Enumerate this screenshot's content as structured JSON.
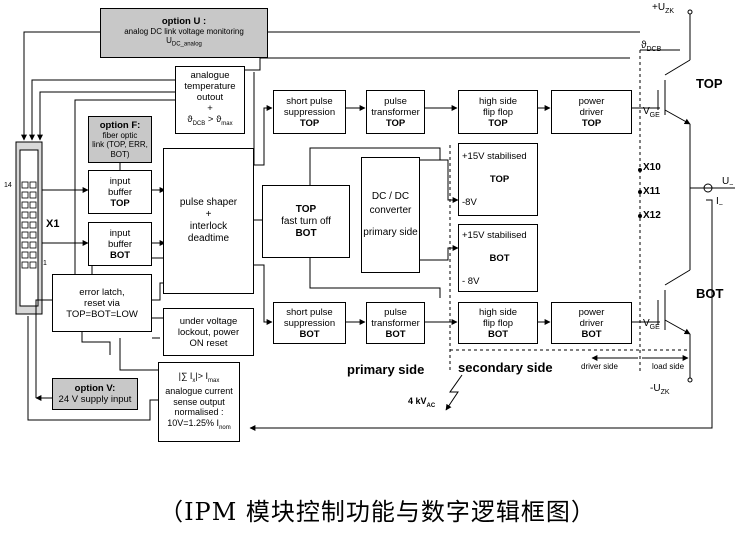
{
  "option_u": {
    "title": "option U :",
    "line1": "analog DC link voltage monitoring",
    "line2": "U",
    "line2_sub": "DC_analog"
  },
  "temp": {
    "l1": "analogue",
    "l2": "temperature",
    "l3": "outout",
    "l4": "+",
    "l5": "ϑ",
    "l5_sub": "DCB",
    "l5_rest": " > ϑ",
    "l5_sub2": "max"
  },
  "option_f": {
    "title": "option F:",
    "l1": "fiber optic",
    "l2": "link (TOP, ERR,",
    "l3": "BOT)"
  },
  "input_top": {
    "l1": "input",
    "l2": "buffer",
    "l3": "TOP"
  },
  "input_bot": {
    "l1": "input",
    "l2": "buffer",
    "l3": "BOT"
  },
  "pulse_shaper": {
    "l1": "pulse shaper",
    "l2": "+",
    "l3": "interlock",
    "l4": "deadtime"
  },
  "fast_turnoff": {
    "l1": "TOP",
    "l2": "fast turn off",
    "l3": "BOT"
  },
  "sps_top": {
    "l1": "short pulse",
    "l2": "suppression",
    "l3": "TOP"
  },
  "sps_bot": {
    "l1": "short pulse",
    "l2": "suppression",
    "l3": "BOT"
  },
  "pt_top": {
    "l1": "pulse",
    "l2": "transformer",
    "l3": "TOP"
  },
  "pt_bot": {
    "l1": "pulse",
    "l2": "transformer",
    "l3": "BOT"
  },
  "dcdc": {
    "l1": "DC / DC",
    "l2": "converter",
    "l3": "primary side"
  },
  "hff_top": {
    "l1": "high side",
    "l2": "flip flop",
    "l3": "TOP"
  },
  "hff_bot": {
    "l1": "high side",
    "l2": "flip flop",
    "l3": "BOT"
  },
  "pd_top": {
    "l1": "power",
    "l2": "driver",
    "l3": "TOP"
  },
  "pd_bot": {
    "l1": "power",
    "l2": "driver",
    "l3": "BOT"
  },
  "stab_top": {
    "l1": "+15V stabilised",
    "l2": "TOP",
    "l3": "-8V"
  },
  "stab_bot": {
    "l1": "+15V stabilised",
    "l2": "BOT",
    "l3": "- 8V"
  },
  "error_latch": {
    "l1": "error latch,",
    "l2": "reset via",
    "l3": "TOP=BOT=LOW"
  },
  "uvlo": {
    "l1": "under voltage",
    "l2": "lockout, power",
    "l3": "ON reset"
  },
  "current_sense": {
    "l1": "|∑ I",
    "l1_sub": "x",
    "l1_rest": "|> I",
    "l1_sub2": "max",
    "l2": "analogue current",
    "l3": "sense output",
    "l4": "normalised :",
    "l5": "10V=1.25% I",
    "l5_sub": "nom"
  },
  "option_v": {
    "title": "option V:",
    "l1": "24 V supply input"
  },
  "labels": {
    "x1": "X1",
    "pin14": "14",
    "pin1": "1",
    "x10": "X10",
    "x11": "X11",
    "x12": "X12",
    "top": "TOP",
    "bot": "BOT",
    "uzk_plus": "+U",
    "uzk_plus_sub": "ZK",
    "uzk_minus": "-U",
    "uzk_minus_sub": "ZK",
    "theta_dcb": "ϑ",
    "theta_dcb_sub": "DCB",
    "vge_top": "V",
    "vge_top_sub": "GE",
    "vge_bot": "V",
    "vge_bot_sub": "GE",
    "u_out": "U",
    "u_out_sub": "~",
    "i_out": "I",
    "i_out_sub": "~",
    "primary_side": "primary side",
    "secondary_side": "secondary side",
    "driver_side": "driver side",
    "load_side": "load side",
    "isolation": "4 kV",
    "isolation_sub": "AC"
  },
  "caption": "（IPM 模块控制功能与数字逻辑框图）"
}
